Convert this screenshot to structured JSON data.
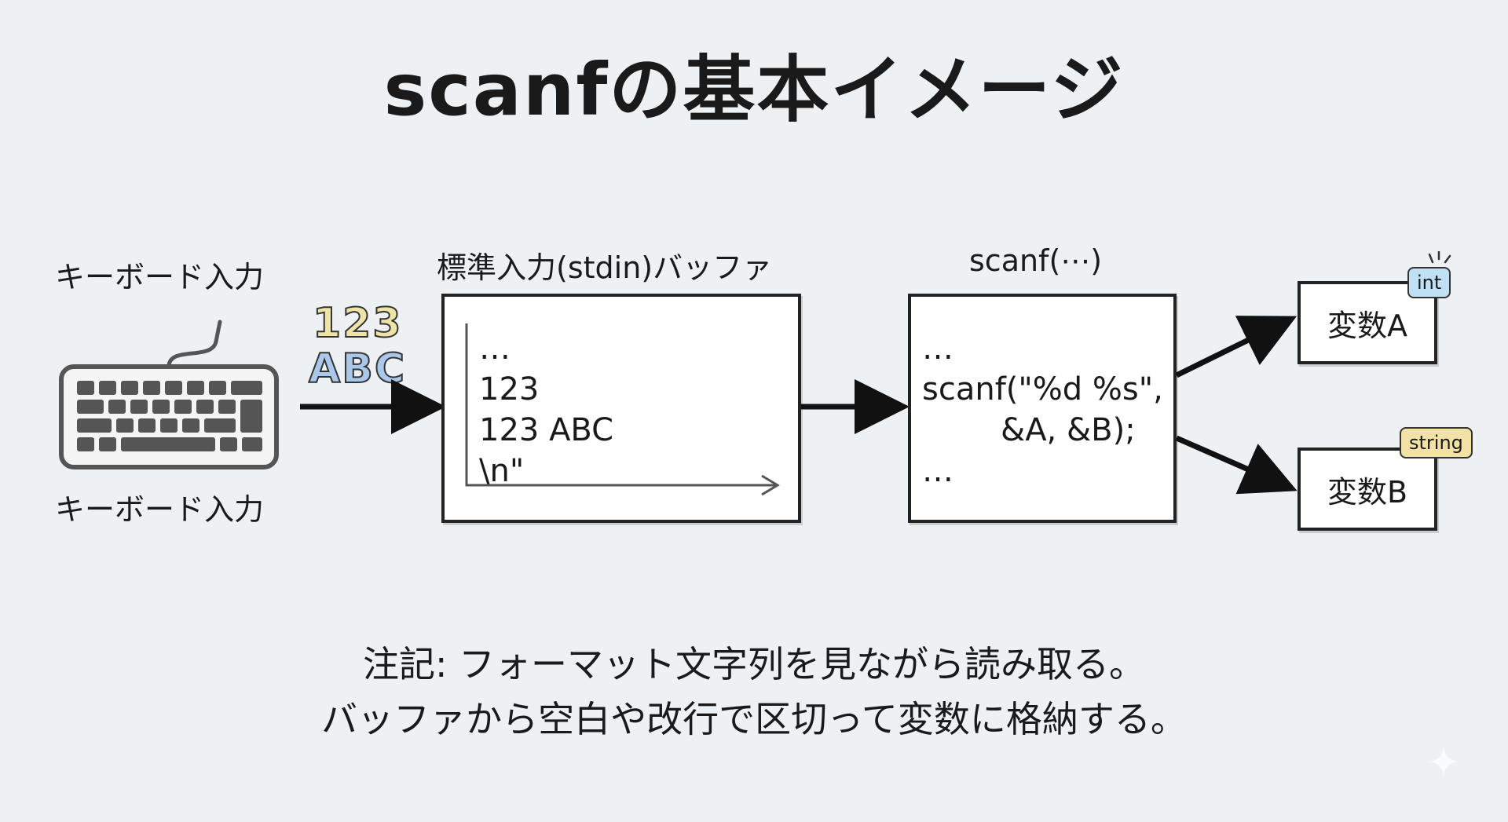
{
  "title": "scanfの基本イメージ",
  "keyboard": {
    "label_top": "キーボード入力",
    "label_bottom": "キーボード入力",
    "input_line1": "123",
    "input_line2": "ABC"
  },
  "buffer": {
    "label": "標準入力(stdin)バッファ",
    "lines": [
      "…",
      "123",
      "123 ABC",
      "\\n\""
    ]
  },
  "scanf": {
    "label": "scanf(⋯)",
    "lines": [
      "…",
      "scanf(\"%d %s\",",
      "&A, &B);",
      "…"
    ]
  },
  "variables": [
    {
      "name": "変数A",
      "type": "int",
      "tag_color": "#bfe0f5"
    },
    {
      "name": "変数B",
      "type": "string",
      "tag_color": "#f3e2a6"
    }
  ],
  "note": {
    "line1": "注記: フォーマット文字列を見ながら読み取る。",
    "line2": "バッファから空白や改行で区切って変数に格納する。"
  },
  "colors": {
    "background": "#eef1f4",
    "stroke": "#222222",
    "input_123": "#efe4a8",
    "input_abc": "#a9c8ea"
  }
}
